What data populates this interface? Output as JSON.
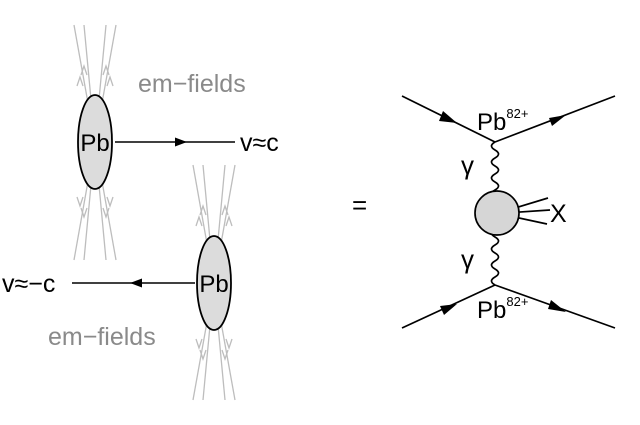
{
  "left": {
    "field_label_top": "em−fields",
    "field_label_bottom": "em−fields",
    "nucleus_top": "Pb",
    "nucleus_bottom": "Pb",
    "velocity_right": "v≈c",
    "velocity_left": "v≈−c"
  },
  "equals": "=",
  "right": {
    "top_ion": "Pb",
    "top_ion_charge": "82+",
    "bottom_ion": "Pb",
    "bottom_ion_charge": "82+",
    "photon_top": "γ",
    "photon_bottom": "γ",
    "product": "X"
  },
  "colors": {
    "line": "#000000",
    "field_lines": "#bdbdbd",
    "field_text": "#8a8a8a",
    "nucleus_fill": "#dcdcdc"
  }
}
